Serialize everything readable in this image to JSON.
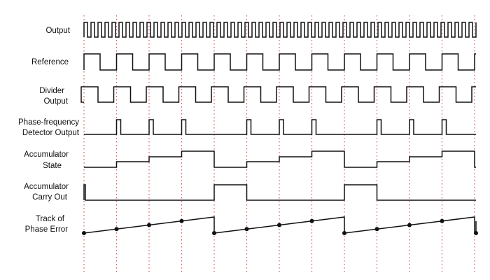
{
  "colors": {
    "trace": "#111111",
    "guide": "#d9534f"
  },
  "signals": [
    {
      "id": "output",
      "label_lines": [
        "Output"
      ]
    },
    {
      "id": "reference",
      "label_lines": [
        "Reference"
      ]
    },
    {
      "id": "divider",
      "label_lines": [
        "Divider",
        "Output"
      ]
    },
    {
      "id": "pfd",
      "label_lines": [
        "Phase-frequency",
        "Detector Output"
      ]
    },
    {
      "id": "acc-state",
      "label_lines": [
        "Accumulator",
        "State"
      ]
    },
    {
      "id": "acc-carry",
      "label_lines": [
        "Accumulator",
        "Carry Out"
      ]
    },
    {
      "id": "phase-error",
      "label_lines": [
        "Track of",
        "Phase Error"
      ]
    }
  ]
}
